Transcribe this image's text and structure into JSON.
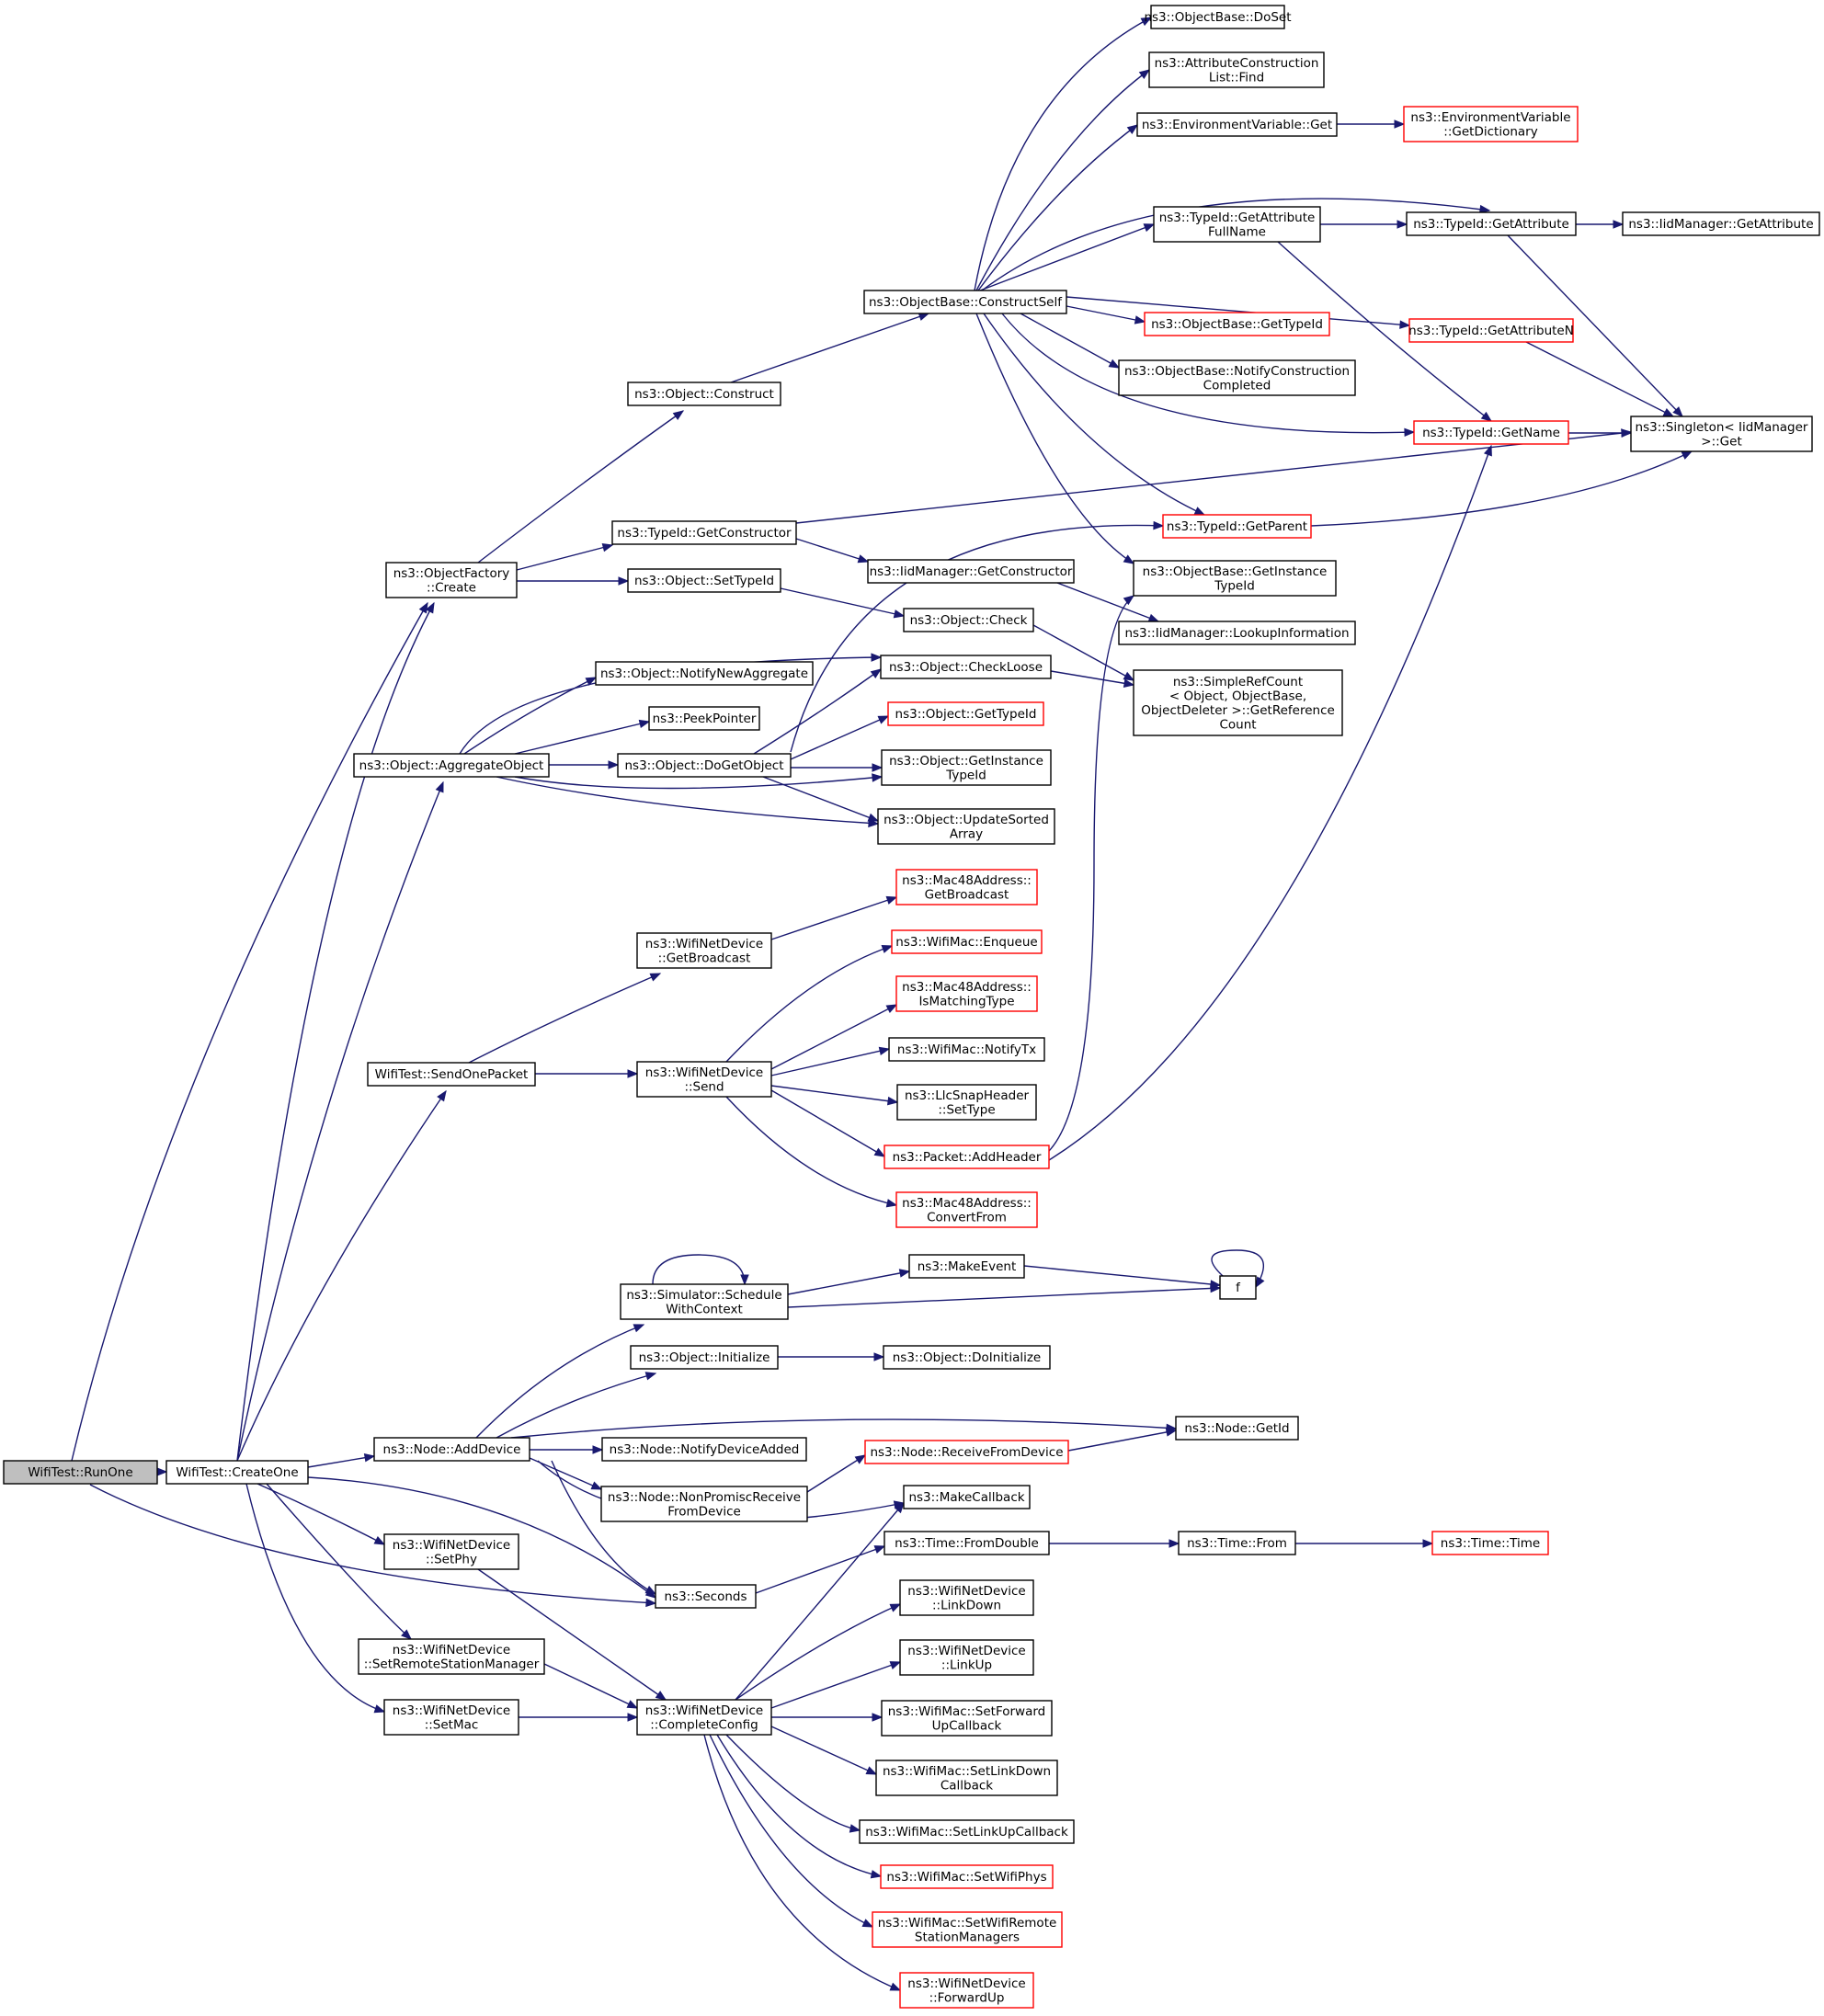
{
  "nodes": [
    {
      "id": "runone",
      "lines": [
        "WifiTest::RunOne"
      ],
      "red": false,
      "root": true
    },
    {
      "id": "createone",
      "lines": [
        "WifiTest::CreateOne"
      ],
      "red": false
    },
    {
      "id": "seconds",
      "lines": [
        "ns3::Seconds"
      ],
      "red": false
    },
    {
      "id": "objfactory",
      "lines": [
        "ns3::ObjectFactory",
        "::Create"
      ],
      "red": false
    },
    {
      "id": "aggregate",
      "lines": [
        "ns3::Object::AggregateObject"
      ],
      "red": false
    },
    {
      "id": "sendone",
      "lines": [
        "WifiTest::SendOnePacket"
      ],
      "red": false
    },
    {
      "id": "adddevice",
      "lines": [
        "ns3::Node::AddDevice"
      ],
      "red": false
    },
    {
      "id": "setphy",
      "lines": [
        "ns3::WifiNetDevice",
        "::SetPhy"
      ],
      "red": false
    },
    {
      "id": "setrsm",
      "lines": [
        "ns3::WifiNetDevice",
        "::SetRemoteStationManager"
      ],
      "red": false
    },
    {
      "id": "setmac",
      "lines": [
        "ns3::WifiNetDevice",
        "::SetMac"
      ],
      "red": false
    },
    {
      "id": "construct",
      "lines": [
        "ns3::Object::Construct"
      ],
      "red": false
    },
    {
      "id": "getconstructor",
      "lines": [
        "ns3::TypeId::GetConstructor"
      ],
      "red": false
    },
    {
      "id": "settypeid",
      "lines": [
        "ns3::Object::SetTypeId"
      ],
      "red": false
    },
    {
      "id": "notifynewagg",
      "lines": [
        "ns3::Object::NotifyNewAggregate"
      ],
      "red": false
    },
    {
      "id": "peekpointer",
      "lines": [
        "ns3::PeekPointer"
      ],
      "red": false
    },
    {
      "id": "dogetobject",
      "lines": [
        "ns3::Object::DoGetObject"
      ],
      "red": false
    },
    {
      "id": "wnd_getbcast",
      "lines": [
        "ns3::WifiNetDevice",
        "::GetBroadcast"
      ],
      "red": false
    },
    {
      "id": "wnd_send",
      "lines": [
        "ns3::WifiNetDevice",
        "::Send"
      ],
      "red": false
    },
    {
      "id": "schedctx",
      "lines": [
        "ns3::Simulator::Schedule",
        "WithContext"
      ],
      "red": false
    },
    {
      "id": "initialize",
      "lines": [
        "ns3::Object::Initialize"
      ],
      "red": false
    },
    {
      "id": "notifydevadded",
      "lines": [
        "ns3::Node::NotifyDeviceAdded"
      ],
      "red": false
    },
    {
      "id": "nonpromisc",
      "lines": [
        "ns3::Node::NonPromiscReceive",
        "FromDevice"
      ],
      "red": false
    },
    {
      "id": "completeconfig",
      "lines": [
        "ns3::WifiNetDevice",
        "::CompleteConfig"
      ],
      "red": false
    },
    {
      "id": "constructself",
      "lines": [
        "ns3::ObjectBase::ConstructSelf"
      ],
      "red": false
    },
    {
      "id": "iid_getconstructor",
      "lines": [
        "ns3::IidManager::GetConstructor"
      ],
      "red": false
    },
    {
      "id": "check",
      "lines": [
        "ns3::Object::Check"
      ],
      "red": false
    },
    {
      "id": "checkloose",
      "lines": [
        "ns3::Object::CheckLoose"
      ],
      "red": false
    },
    {
      "id": "obj_gettypeid",
      "lines": [
        "ns3::Object::GetTypeId"
      ],
      "red": true
    },
    {
      "id": "obj_getinsttypeid",
      "lines": [
        "ns3::Object::GetInstance",
        "TypeId"
      ],
      "red": false
    },
    {
      "id": "updatesorted",
      "lines": [
        "ns3::Object::UpdateSorted",
        "Array"
      ],
      "red": false
    },
    {
      "id": "mac48_getbcast",
      "lines": [
        "ns3::Mac48Address::",
        "GetBroadcast"
      ],
      "red": true
    },
    {
      "id": "enqueue",
      "lines": [
        "ns3::WifiMac::Enqueue"
      ],
      "red": true
    },
    {
      "id": "ismatching",
      "lines": [
        "ns3::Mac48Address::",
        "IsMatchingType"
      ],
      "red": true
    },
    {
      "id": "notifytx",
      "lines": [
        "ns3::WifiMac::NotifyTx"
      ],
      "red": false
    },
    {
      "id": "llcsettype",
      "lines": [
        "ns3::LlcSnapHeader",
        "::SetType"
      ],
      "red": false
    },
    {
      "id": "addheader",
      "lines": [
        "ns3::Packet::AddHeader"
      ],
      "red": true
    },
    {
      "id": "convertfrom",
      "lines": [
        "ns3::Mac48Address::",
        "ConvertFrom"
      ],
      "red": true
    },
    {
      "id": "makeevent",
      "lines": [
        "ns3::MakeEvent"
      ],
      "red": false
    },
    {
      "id": "f",
      "lines": [
        "f"
      ],
      "red": false
    },
    {
      "id": "doinitialize",
      "lines": [
        "ns3::Object::DoInitialize"
      ],
      "red": false
    },
    {
      "id": "getid",
      "lines": [
        "ns3::Node::GetId"
      ],
      "red": false
    },
    {
      "id": "recvfromdev",
      "lines": [
        "ns3::Node::ReceiveFromDevice"
      ],
      "red": true
    },
    {
      "id": "makecallback",
      "lines": [
        "ns3::MakeCallback"
      ],
      "red": false
    },
    {
      "id": "fromdouble",
      "lines": [
        "ns3::Time::FromDouble"
      ],
      "red": false
    },
    {
      "id": "timefrom",
      "lines": [
        "ns3::Time::From"
      ],
      "red": false
    },
    {
      "id": "timetime",
      "lines": [
        "ns3::Time::Time"
      ],
      "red": true
    },
    {
      "id": "linkdown",
      "lines": [
        "ns3::WifiNetDevice",
        "::LinkDown"
      ],
      "red": false
    },
    {
      "id": "linkup",
      "lines": [
        "ns3::WifiNetDevice",
        "::LinkUp"
      ],
      "red": false
    },
    {
      "id": "setfwdup",
      "lines": [
        "ns3::WifiMac::SetForward",
        "UpCallback"
      ],
      "red": false
    },
    {
      "id": "setlinkdowncb",
      "lines": [
        "ns3::WifiMac::SetLinkDown",
        "Callback"
      ],
      "red": false
    },
    {
      "id": "setlinkupcb",
      "lines": [
        "ns3::WifiMac::SetLinkUpCallback"
      ],
      "red": false
    },
    {
      "id": "setwifiphys",
      "lines": [
        "ns3::WifiMac::SetWifiPhys"
      ],
      "red": true
    },
    {
      "id": "setwifirsm",
      "lines": [
        "ns3::WifiMac::SetWifiRemote",
        "StationManagers"
      ],
      "red": true
    },
    {
      "id": "forwardup",
      "lines": [
        "ns3::WifiNetDevice",
        "::ForwardUp"
      ],
      "red": true
    },
    {
      "id": "doset",
      "lines": [
        "ns3::ObjectBase::DoSet"
      ],
      "red": false
    },
    {
      "id": "attrfind",
      "lines": [
        "ns3::AttributeConstruction",
        "List::Find"
      ],
      "red": false
    },
    {
      "id": "envget",
      "lines": [
        "ns3::EnvironmentVariable::Get"
      ],
      "red": false
    },
    {
      "id": "envdict",
      "lines": [
        "ns3::EnvironmentVariable",
        "::GetDictionary"
      ],
      "red": true
    },
    {
      "id": "getattrfullname",
      "lines": [
        "ns3::TypeId::GetAttribute",
        "FullName"
      ],
      "red": false
    },
    {
      "id": "tid_getattribute",
      "lines": [
        "ns3::TypeId::GetAttribute"
      ],
      "red": false
    },
    {
      "id": "iid_getattribute",
      "lines": [
        "ns3::IidManager::GetAttribute"
      ],
      "red": false
    },
    {
      "id": "ob_gettypeid",
      "lines": [
        "ns3::ObjectBase::GetTypeId"
      ],
      "red": true
    },
    {
      "id": "getattributen",
      "lines": [
        "ns3::TypeId::GetAttributeN"
      ],
      "red": true
    },
    {
      "id": "notifyconstr",
      "lines": [
        "ns3::ObjectBase::NotifyConstruction",
        "Completed"
      ],
      "red": false
    },
    {
      "id": "tid_getname",
      "lines": [
        "ns3::TypeId::GetName"
      ],
      "red": true
    },
    {
      "id": "singleton",
      "lines": [
        "ns3::Singleton< IidManager",
        " >::Get"
      ],
      "red": false
    },
    {
      "id": "getparent",
      "lines": [
        "ns3::TypeId::GetParent"
      ],
      "red": true
    },
    {
      "id": "ob_getinsttypeid",
      "lines": [
        "ns3::ObjectBase::GetInstance",
        "TypeId"
      ],
      "red": false
    },
    {
      "id": "lookupinfo",
      "lines": [
        "ns3::IidManager::LookupInformation"
      ],
      "red": false
    },
    {
      "id": "simplerefcount",
      "lines": [
        "ns3::SimpleRefCount",
        "< Object, ObjectBase,",
        " ObjectDeleter >::GetReference",
        "Count"
      ],
      "red": false
    }
  ]
}
